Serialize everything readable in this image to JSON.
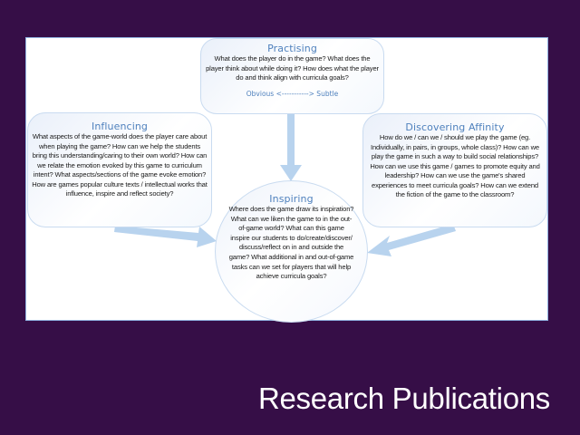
{
  "slide": {
    "title": "Research Publications",
    "background_color": "#360e47",
    "accent_color": "#4f81bd",
    "arrow_color": "#b8d3ee"
  },
  "diagram": {
    "nodes": {
      "practising": {
        "title": "Practising",
        "body": "What does the player do in the game? What does the player think about while doing it? How does what the player do and think align with curricula goals?",
        "subtitle": "Obvious <-----------> Subtle"
      },
      "influencing": {
        "title": "Influencing",
        "body": "What aspects of the game-world does the player care about when playing the game? How can we help the students bring this understanding/caring to their own world? How can we relate the emotion evoked by this game to curriculum intent? What aspects/sections of the game evoke emotion? How are games popular culture texts / intellectual works that influence, inspire and reflect society?"
      },
      "discovering_affinity": {
        "title": "Discovering Affinity",
        "body": "How do we / can we / should we play the game (eg. Individually, in pairs, in groups, whole class)? How can we play the game in such a way to build social relationships? How can we use this game / games to promote equity and leadership? How can we use the game's shared experiences to meet curricula goals? How can we extend the fiction of the game to the classroom?"
      },
      "inspiring": {
        "title": "Inspiring",
        "body": "Where does the game draw its inspiration? What can we liken the game to in the out-of-game world? What can this game inspire our students to do/create/discover/ discuss/reflect on in and outside the game? What additional in and out-of-game tasks can we set for players that will help achieve curricula goals?"
      }
    },
    "edges": [
      {
        "from": "Practising",
        "to": "Inspiring"
      },
      {
        "from": "Influencing",
        "to": "Inspiring"
      },
      {
        "from": "Discovering Affinity",
        "to": "Inspiring"
      }
    ]
  }
}
